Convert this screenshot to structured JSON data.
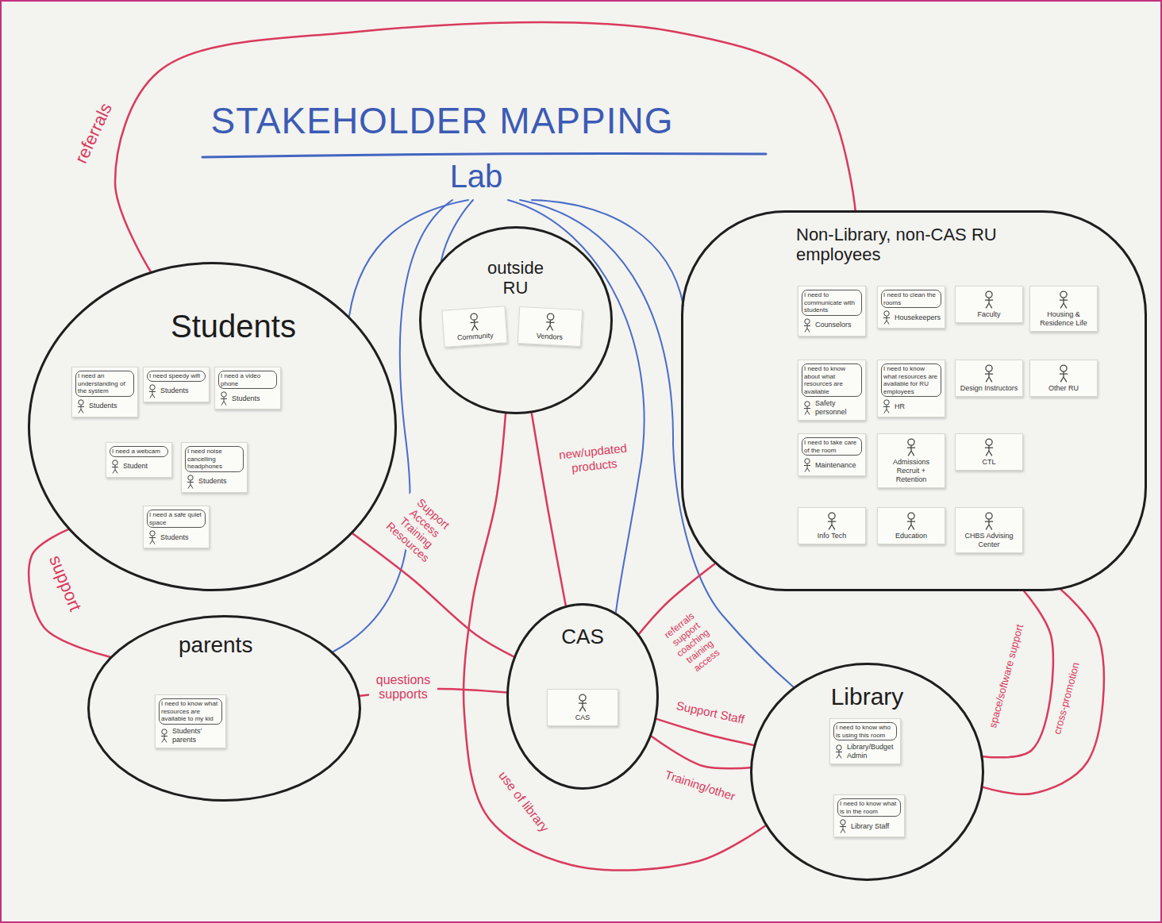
{
  "diagram": {
    "title": "STAKEHOLDER MAPPING",
    "nodes": [
      {
        "text": [
          "Students"
        ]
      },
      {
        "text": [
          "I need an understanding of the system",
          "Students"
        ],
        "in": 0
      },
      {
        "text": [
          "I need speedy wifi",
          "Students"
        ],
        "in": 0
      },
      {
        "text": [
          "I need a video phone",
          "Students"
        ],
        "in": 0
      },
      {
        "text": [
          "I need a webcam",
          "Student"
        ],
        "in": 0
      },
      {
        "text": [
          "I need noise cancelling headphones",
          "Students"
        ],
        "in": 0
      },
      {
        "text": [
          "I need a safe quiet space",
          "Students"
        ],
        "in": 0
      },
      {
        "text": [
          "outside RU"
        ]
      },
      {
        "text": [
          "Community"
        ],
        "in": 7
      },
      {
        "text": [
          "Vendors"
        ],
        "in": 7
      },
      {
        "text": [
          "Non-Library, non-CAS RU employees"
        ]
      },
      {
        "text": [
          "I need to communicate with students",
          "Counselors"
        ],
        "in": 10
      },
      {
        "text": [
          "I need to clean the rooms",
          "Housekeepers"
        ],
        "in": 10
      },
      {
        "text": [
          "Faculty"
        ],
        "in": 10
      },
      {
        "text": [
          "Housing & Residence Life"
        ],
        "in": 10
      },
      {
        "text": [
          "I need to know about what resources are available",
          "Safety personnel"
        ],
        "in": 10
      },
      {
        "text": [
          "I need to know what resources are available for RU employees",
          "HR"
        ],
        "in": 10
      },
      {
        "text": [
          "Design Instructors"
        ],
        "in": 10
      },
      {
        "text": [
          "Other RU"
        ],
        "in": 10
      },
      {
        "text": [
          "I need to take care of the room",
          "Maintenance"
        ],
        "in": 10
      },
      {
        "text": [
          "Admissions Recruit + Retention"
        ],
        "in": 10
      },
      {
        "text": [
          "CTL"
        ],
        "in": 10
      },
      {
        "text": [
          "Info Tech"
        ],
        "in": 10
      },
      {
        "text": [
          "Education"
        ],
        "in": 10
      },
      {
        "text": [
          "CHBS Advising Center"
        ],
        "in": 10
      },
      {
        "text": [
          "parents"
        ]
      },
      {
        "text": [
          "I need to know what resources are available to my kid",
          "Students' parents"
        ],
        "in": 25
      },
      {
        "text": [
          "CAS"
        ]
      },
      {
        "text": [
          "CAS"
        ],
        "in": 27
      },
      {
        "text": [
          "Library"
        ]
      },
      {
        "text": [
          "I need to know who is using this room",
          "Library/Budget Admin"
        ],
        "in": 29
      },
      {
        "text": [
          "I need to know what is in the room",
          "Library Staff"
        ],
        "in": 29
      }
    ],
    "edges": [
      {
        "from": 0,
        "to": 10,
        "label": "referrals",
        "arrow": "none"
      },
      {
        "from": 0,
        "to": 25,
        "label": "support",
        "arrow": "none"
      },
      {
        "from": 0,
        "to": 27,
        "label": "Support Access Training Resources",
        "arrow": "none"
      },
      {
        "from": 27,
        "to": 7,
        "label": "new/updated products",
        "arrow": "none"
      },
      {
        "from": 25,
        "to": 27,
        "label": "questions supports",
        "arrow": "none"
      },
      {
        "from": 27,
        "to": 10,
        "label": "referrals support coaching training access",
        "arrow": "none"
      },
      {
        "from": 27,
        "to": 29,
        "label": "Support Staff",
        "arrow": "none"
      },
      {
        "from": 27,
        "to": 29,
        "label": "Training/other",
        "arrow": "none"
      },
      {
        "from": 29,
        "to": 7,
        "label": "use of library",
        "arrow": "none"
      },
      {
        "from": 10,
        "to": 29,
        "label": "space/software support",
        "arrow": "none"
      },
      {
        "from": 10,
        "to": 29,
        "label": "cross-promotion",
        "arrow": "none"
      }
    ],
    "labels": [
      "Lab"
    ]
  }
}
